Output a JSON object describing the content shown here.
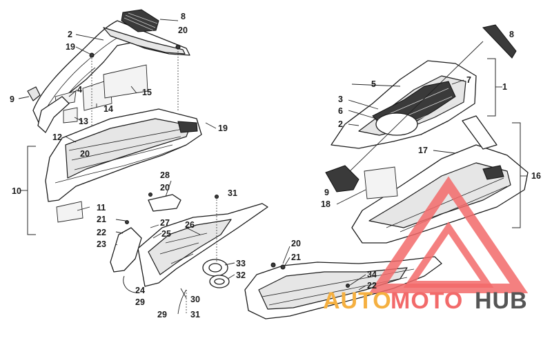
{
  "callouts": {
    "n1": "1",
    "n2a": "2",
    "n2b": "2",
    "n3": "3",
    "n4": "4",
    "n5": "5",
    "n6": "6",
    "n7": "7",
    "n8a": "8",
    "n8b": "8",
    "n9a": "9",
    "n9b": "9",
    "n10": "10",
    "n11": "11",
    "n12": "12",
    "n13": "13",
    "n14": "14",
    "n15": "15",
    "n16": "16",
    "n17": "17",
    "n18": "18",
    "n19a": "19",
    "n19b": "19",
    "n20a": "20",
    "n20b": "20",
    "n20c": "20",
    "n20d": "20",
    "n21a": "21",
    "n21b": "21",
    "n22a": "22",
    "n22b": "22",
    "n23": "23",
    "n24": "24",
    "n25": "25",
    "n26": "26",
    "n27": "27",
    "n28": "28",
    "n29a": "29",
    "n29b": "29",
    "n30": "30",
    "n31a": "31",
    "n31b": "31",
    "n32": "32",
    "n33": "33",
    "n34": "34"
  },
  "watermark": {
    "part1": "AUTO",
    "part2": "MOTO",
    "part3": "HUB",
    "color_auto": "#f5b041",
    "color_moto": "#f26a6a",
    "color_hub": "#555555",
    "triangle_color": "#f26a6a"
  }
}
